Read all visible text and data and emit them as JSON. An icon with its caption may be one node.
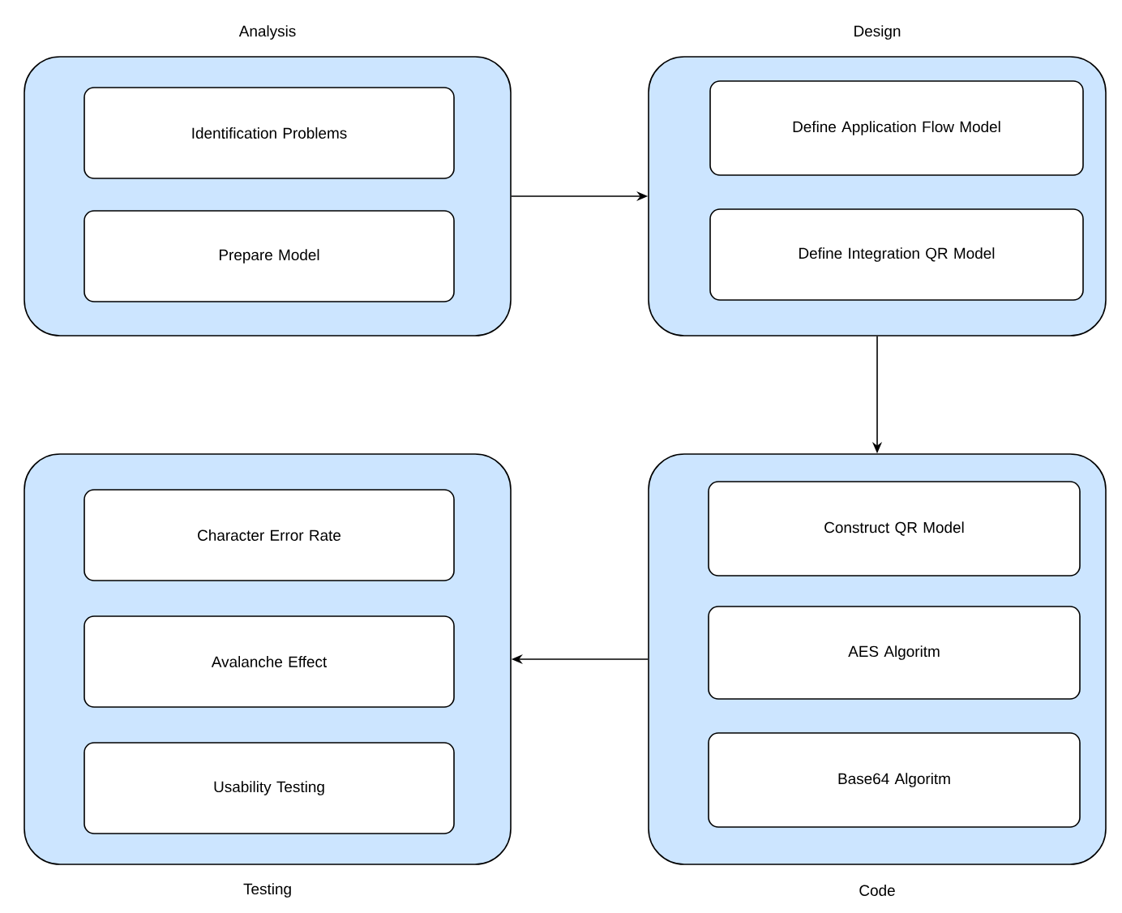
{
  "diagram": {
    "nodes": [
      {
        "text": [
          "Analysis"
        ]
      },
      {
        "text": [
          "Identification Problems"
        ],
        "in": 0
      },
      {
        "text": [
          "Prepare Model"
        ],
        "in": 0
      },
      {
        "text": [
          "Design"
        ]
      },
      {
        "text": [
          "Define Application Flow Model"
        ],
        "in": 3
      },
      {
        "text": [
          "Define Integration QR Model"
        ],
        "in": 3
      },
      {
        "text": [
          "Testing"
        ]
      },
      {
        "text": [
          "Character Error Rate"
        ],
        "in": 6
      },
      {
        "text": [
          "Avalanche Effect"
        ],
        "in": 6
      },
      {
        "text": [
          "Usability Testing"
        ],
        "in": 6
      },
      {
        "text": [
          "Code"
        ]
      },
      {
        "text": [
          "Construct QR Model"
        ],
        "in": 10
      },
      {
        "text": [
          "AES Algoritm"
        ],
        "in": 10
      },
      {
        "text": [
          "Base64 Algoritm"
        ],
        "in": 10
      }
    ],
    "edges": [
      {
        "from": 0,
        "to": 3,
        "arrow": "to"
      },
      {
        "from": 3,
        "to": 10,
        "arrow": "to"
      },
      {
        "from": 10,
        "to": 6,
        "arrow": "to"
      }
    ]
  }
}
